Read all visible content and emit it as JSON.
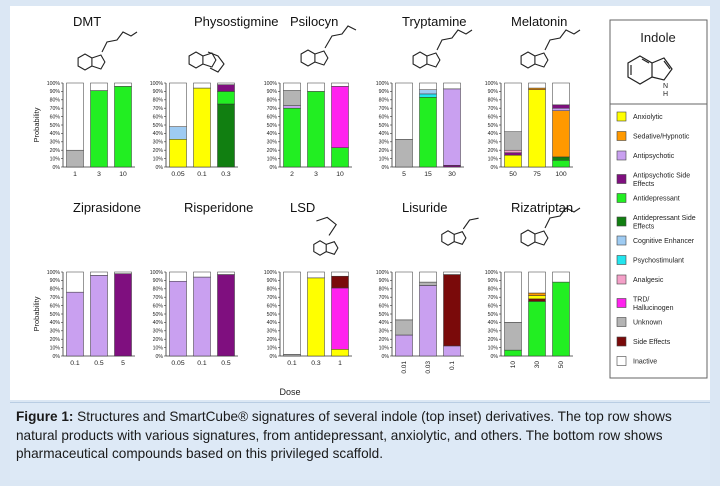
{
  "colors": {
    "anxiolytic": "#ffff00",
    "sedative": "#ff9900",
    "antipsychotic": "#c9a0f0",
    "antipsychotic_se": "#7f0f7f",
    "antidepressant": "#22ee22",
    "antidepressant_se": "#117f11",
    "cognitive": "#9ecbf2",
    "psychostimulant": "#22e5ee",
    "analgesic": "#f4a0c8",
    "trd": "#ff22ee",
    "unknown": "#b4b4b4",
    "side_effects": "#7a0a0a",
    "inactive": "#ffffff"
  },
  "legend": {
    "title": "Indole",
    "items": [
      {
        "key": "anxiolytic",
        "label": "Anxiolytic"
      },
      {
        "key": "sedative",
        "label": "Sedative/Hypnotic"
      },
      {
        "key": "antipsychotic",
        "label": "Antipsychotic"
      },
      {
        "key": "antipsychotic_se",
        "label": "Antipsychotic Side Effects"
      },
      {
        "key": "antidepressant",
        "label": "Antidepressant"
      },
      {
        "key": "antidepressant_se",
        "label": "Antidepressant Side Effects"
      },
      {
        "key": "cognitive",
        "label": "Cognitive Enhancer"
      },
      {
        "key": "psychostimulant",
        "label": "Psychostimulant"
      },
      {
        "key": "analgesic",
        "label": "Analgesic"
      },
      {
        "key": "trd",
        "label": "TRD/ Hallucinogen"
      },
      {
        "key": "unknown",
        "label": "Unknown"
      },
      {
        "key": "side_effects",
        "label": "Side Effects"
      },
      {
        "key": "inactive",
        "label": "Inactive"
      }
    ]
  },
  "axis": {
    "ylabel": "Probability",
    "xlabel": "Dose",
    "yticks": [
      "0%",
      "10%",
      "20%",
      "30%",
      "40%",
      "50%",
      "60%",
      "70%",
      "80%",
      "90%",
      "100%"
    ]
  },
  "caption": {
    "label": "Figure 1:",
    "text": " Structures and SmartCube® signatures of several indole (top inset) derivatives. The top row shows natural products with various signatures, from antidepressant, anxiolytic, and others. The bottom row shows pharmaceutical compounds based on this privileged scaffold."
  },
  "chart_data": [
    {
      "type": "bar",
      "stacked": true,
      "title": "DMT",
      "ylabel": "Probability",
      "categories": [
        "1",
        "3",
        "10"
      ],
      "stacks": [
        [
          [
            "unknown",
            20
          ],
          [
            "inactive",
            80
          ]
        ],
        [
          [
            "antidepressant",
            91
          ],
          [
            "inactive",
            9
          ]
        ],
        [
          [
            "antidepressant",
            96
          ],
          [
            "inactive",
            4
          ]
        ]
      ]
    },
    {
      "type": "bar",
      "stacked": true,
      "title": "Physostigmine",
      "categories": [
        "0.05",
        "0.1",
        "0.3"
      ],
      "stacks": [
        [
          [
            "anxiolytic",
            33
          ],
          [
            "cognitive",
            15
          ],
          [
            "inactive",
            52
          ]
        ],
        [
          [
            "anxiolytic",
            94
          ],
          [
            "inactive",
            6
          ]
        ],
        [
          [
            "antidepressant_se",
            75
          ],
          [
            "antidepressant",
            15
          ],
          [
            "antipsychotic_se",
            8
          ],
          [
            "inactive",
            2
          ]
        ]
      ]
    },
    {
      "type": "bar",
      "stacked": true,
      "title": "Psilocyn",
      "categories": [
        "2",
        "3",
        "10"
      ],
      "stacks": [
        [
          [
            "antidepressant",
            70
          ],
          [
            "antipsychotic",
            3
          ],
          [
            "unknown",
            18
          ],
          [
            "inactive",
            9
          ]
        ],
        [
          [
            "antidepressant",
            90
          ],
          [
            "inactive",
            10
          ]
        ],
        [
          [
            "antidepressant",
            23
          ],
          [
            "trd",
            73
          ],
          [
            "inactive",
            4
          ]
        ]
      ]
    },
    {
      "type": "bar",
      "stacked": true,
      "title": "Tryptamine",
      "categories": [
        "5",
        "15",
        "30"
      ],
      "stacks": [
        [
          [
            "unknown",
            33
          ],
          [
            "inactive",
            67
          ]
        ],
        [
          [
            "antidepressant",
            83
          ],
          [
            "psychostimulant",
            4
          ],
          [
            "cognitive",
            5
          ],
          [
            "inactive",
            8
          ]
        ],
        [
          [
            "antipsychotic_se",
            2
          ],
          [
            "antipsychotic",
            91
          ],
          [
            "inactive",
            7
          ]
        ]
      ]
    },
    {
      "type": "bar",
      "stacked": true,
      "title": "Melatonin",
      "categories": [
        "50",
        "75",
        "100"
      ],
      "stacks": [
        [
          [
            "anxiolytic",
            14
          ],
          [
            "antipsychotic_se",
            3
          ],
          [
            "analgesic",
            3
          ],
          [
            "unknown",
            22
          ],
          [
            "inactive",
            58
          ]
        ],
        [
          [
            "anxiolytic",
            92
          ],
          [
            "sedative",
            2
          ],
          [
            "inactive",
            6
          ]
        ],
        [
          [
            "antidepressant",
            8
          ],
          [
            "antidepressant_se",
            4
          ],
          [
            "sedative",
            55
          ],
          [
            "antipsychotic",
            3
          ],
          [
            "antipsychotic_se",
            4
          ],
          [
            "inactive",
            26
          ]
        ]
      ]
    },
    {
      "type": "bar",
      "stacked": true,
      "title": "Ziprasidone",
      "ylabel": "Probability",
      "categories": [
        "0.1",
        "0.5",
        "5"
      ],
      "stacks": [
        [
          [
            "antipsychotic",
            76
          ],
          [
            "inactive",
            24
          ]
        ],
        [
          [
            "antipsychotic",
            96
          ],
          [
            "inactive",
            4
          ]
        ],
        [
          [
            "antipsychotic_se",
            98
          ],
          [
            "inactive",
            2
          ]
        ]
      ]
    },
    {
      "type": "bar",
      "stacked": true,
      "title": "Risperidone",
      "categories": [
        "0.05",
        "0.1",
        "0.5"
      ],
      "stacks": [
        [
          [
            "antipsychotic",
            89
          ],
          [
            "inactive",
            11
          ]
        ],
        [
          [
            "antipsychotic",
            94
          ],
          [
            "inactive",
            6
          ]
        ],
        [
          [
            "antipsychotic_se",
            97
          ],
          [
            "inactive",
            3
          ]
        ]
      ]
    },
    {
      "type": "bar",
      "stacked": true,
      "title": "LSD",
      "categories": [
        "0.1",
        "0.3",
        "1"
      ],
      "stacks": [
        [
          [
            "unknown",
            2
          ],
          [
            "inactive",
            98
          ]
        ],
        [
          [
            "anxiolytic",
            93
          ],
          [
            "inactive",
            7
          ]
        ],
        [
          [
            "anxiolytic",
            8
          ],
          [
            "trd",
            73
          ],
          [
            "side_effects",
            14
          ],
          [
            "inactive",
            5
          ]
        ]
      ]
    },
    {
      "type": "bar",
      "stacked": true,
      "title": "Lisuride",
      "categories": [
        "0.01",
        "0.03",
        "0.1"
      ],
      "xrotate": true,
      "stacks": [
        [
          [
            "antipsychotic",
            25
          ],
          [
            "unknown",
            18
          ],
          [
            "inactive",
            57
          ]
        ],
        [
          [
            "antipsychotic",
            84
          ],
          [
            "unknown",
            4
          ],
          [
            "inactive",
            12
          ]
        ],
        [
          [
            "antipsychotic",
            12
          ],
          [
            "side_effects",
            85
          ],
          [
            "inactive",
            3
          ]
        ]
      ]
    },
    {
      "type": "bar",
      "stacked": true,
      "title": "Rizatriptan",
      "categories": [
        "10",
        "30",
        "50"
      ],
      "xrotate": true,
      "stacks": [
        [
          [
            "antidepressant",
            7
          ],
          [
            "unknown",
            33
          ],
          [
            "inactive",
            60
          ]
        ],
        [
          [
            "antidepressant",
            65
          ],
          [
            "side_effects",
            3
          ],
          [
            "anxiolytic",
            4
          ],
          [
            "sedative",
            3
          ],
          [
            "inactive",
            25
          ]
        ],
        [
          [
            "antidepressant",
            88
          ],
          [
            "inactive",
            12
          ]
        ]
      ]
    }
  ]
}
